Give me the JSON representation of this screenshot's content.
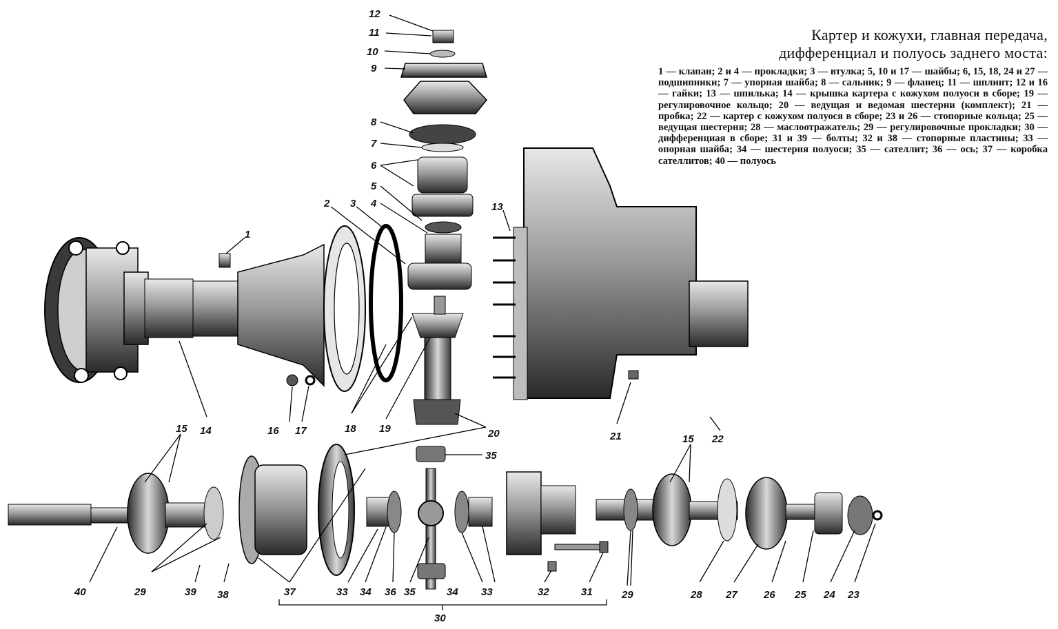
{
  "caption": {
    "title_line1": "Картер и кожухи, главная передача,",
    "title_line2": "дифференциал и полуось заднего моста:",
    "legend": "1 — клапан; 2 и 4 — прокладки; 3 — втулка; 5, 10 и 17 — шайбы; 6, 15, 18, 24 и 27 — подшипники; 7 — упорная шайба; 8 — сальник; 9 — фланец; 11 — шплинт; 12 и 16 — гайки; 13 — шпилька; 14 — крышка картера с кожухом полуоси в сборе; 19 — регулировочное кольцо; 20 — ведущая и ведомая шестерни (комплект); 21 — пробка; 22 — картер с кожухом полуося в сборе; 23 и 26 — стопорные кольца; 25 — ведущая шестерня; 28 — маслоотражатель; 29 — регулировочные прокладки; 30 — дифференциая в сборе; 31 и 39 — болты; 32 и 38 — стопорные пластины; 33 — опорная шайба; 34 — шестерня полуоси; 35 — сателлит; 36 — ось; 37 — коробка сателлитов; 40 — полуось"
  },
  "callouts": [
    "1",
    "2",
    "3",
    "4",
    "5",
    "6",
    "7",
    "8",
    "9",
    "10",
    "11",
    "12",
    "13",
    "14",
    "15",
    "16",
    "17",
    "18",
    "19",
    "20",
    "21",
    "22",
    "15",
    "23",
    "24",
    "25",
    "26",
    "27",
    "28",
    "29",
    "31",
    "32",
    "33",
    "34",
    "35",
    "33",
    "34",
    "35",
    "36",
    "37",
    "38",
    "39",
    "40",
    "29",
    "30"
  ]
}
